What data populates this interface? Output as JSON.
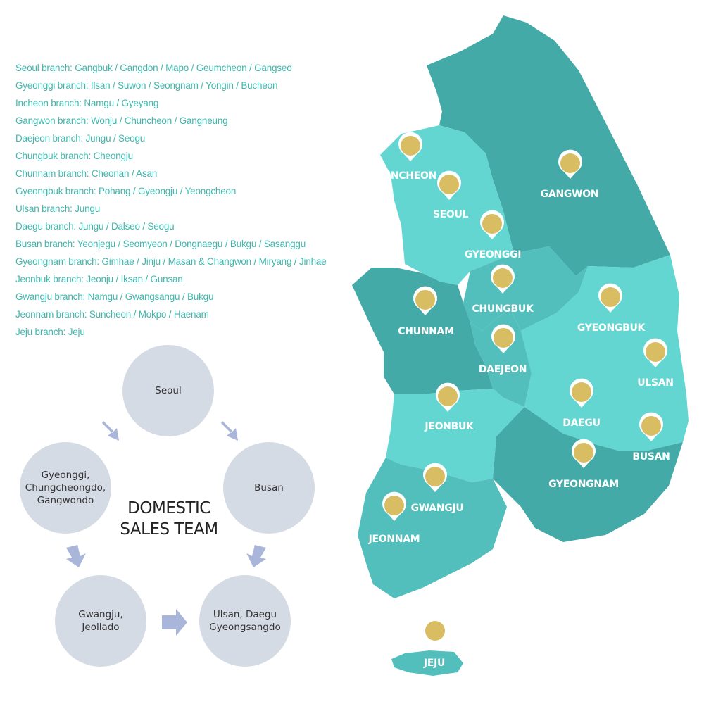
{
  "branches": [
    "Seoul branch: Gangbuk / Gangdon / Mapo / Geumcheon / Gangseo",
    "Gyeonggi branch: Ilsan / Suwon / Seongnam / Yongin / Bucheon",
    "Incheon branch: Namgu / Gyeyang",
    "Gangwon branch: Wonju / Chuncheon / Gangneung",
    "Daejeon branch: Jungu / Seogu",
    "Chungbuk branch: Cheongju",
    "Chunnam branch: Cheonan / Asan",
    "Gyeongbuk branch: Pohang / Gyeongju / Yeongcheon",
    "Ulsan branch: Jungu",
    "Daegu branch: Jungu / Dalseo / Seogu",
    "Busan branch: Yeonjegu / Seomyeon / Dongnaegu / Bukgu / Sasanggu",
    "Gyeongnam branch: Gimhae / Jinju / Masan & Changwon / Miryang / Jinhae",
    "Jeonbuk branch: Jeonju / Iksan / Gunsan",
    "Gwangju branch: Namgu / Gwangsangu / Bukgu",
    "Jeonnam branch: Suncheon / Mokpo / Haenam",
    "Jeju branch: Jeju"
  ],
  "cycle": {
    "title_line1": "DOMESTIC",
    "title_line2": "SALES TEAM",
    "nodes": {
      "seoul": [
        "Seoul"
      ],
      "gyeonggi": [
        "Gyeonggi,",
        "Chungcheongdo,",
        "Gangwondo"
      ],
      "busan": [
        "Busan"
      ],
      "gwangju": [
        "Gwangju,",
        "Jeollado"
      ],
      "ulsan": [
        "Ulsan, Daegu",
        "Gyeongsangdo"
      ]
    }
  },
  "regions": {
    "incheon": "INCHEON",
    "seoul": "SEOUL",
    "gyeonggi": "GYEONGGI",
    "gangwon": "GANGWON",
    "chungbuk": "CHUNGBUK",
    "chunnam": "CHUNNAM",
    "daejeon": "DAEJEON",
    "gyeongbuk": "GYEONGBUK",
    "ulsan": "ULSAN",
    "jeonbuk": "JEONBUK",
    "daegu": "DAEGU",
    "busan": "BUSAN",
    "gyeongnam": "GYEONGNAM",
    "gwangju": "GWANGJU",
    "jeonnam": "JEONNAM",
    "jeju": "JEJU"
  },
  "colors": {
    "text_teal": "#3fb7ad",
    "region_light": "#64d6d2",
    "region_mid": "#52bfbd",
    "region_dark": "#43aaa8",
    "pin_fill": "#d9bd62",
    "node_fill": "#d5dbe5",
    "arrow_fill": "#a9b6da"
  }
}
